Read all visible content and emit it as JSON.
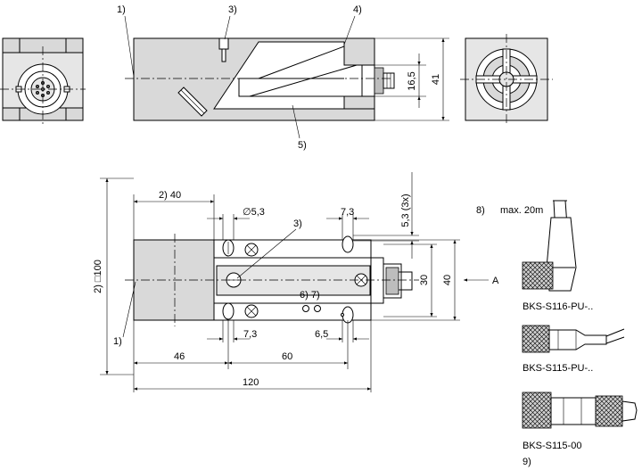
{
  "callouts": {
    "c1_top": "1)",
    "c3_top": "3)",
    "c4_top": "4)",
    "c5_top": "5)",
    "c2_mid": "2) 40",
    "c3_mid": "3)",
    "c2_left": "2) □100",
    "c1_left": "1)",
    "c67": "6) 7)",
    "c8": "8)",
    "c9": "9)"
  },
  "dimensions": {
    "d165": "16,5",
    "d41": "41",
    "d53hole": "∅5,3",
    "d73top": "7,3",
    "d53x3": "5,3 (3x)",
    "d30": "30",
    "d40v": "40",
    "d73bot": "7,3",
    "d65": "6,5",
    "d46": "46",
    "d60": "60",
    "d120": "120"
  },
  "labels": {
    "view_a": "A",
    "max_len": "max. 20m",
    "cable_1": "BKS-S116-PU-..",
    "cable_2": "BKS-S115-PU-..",
    "cable_3": "BKS-S115-00"
  }
}
